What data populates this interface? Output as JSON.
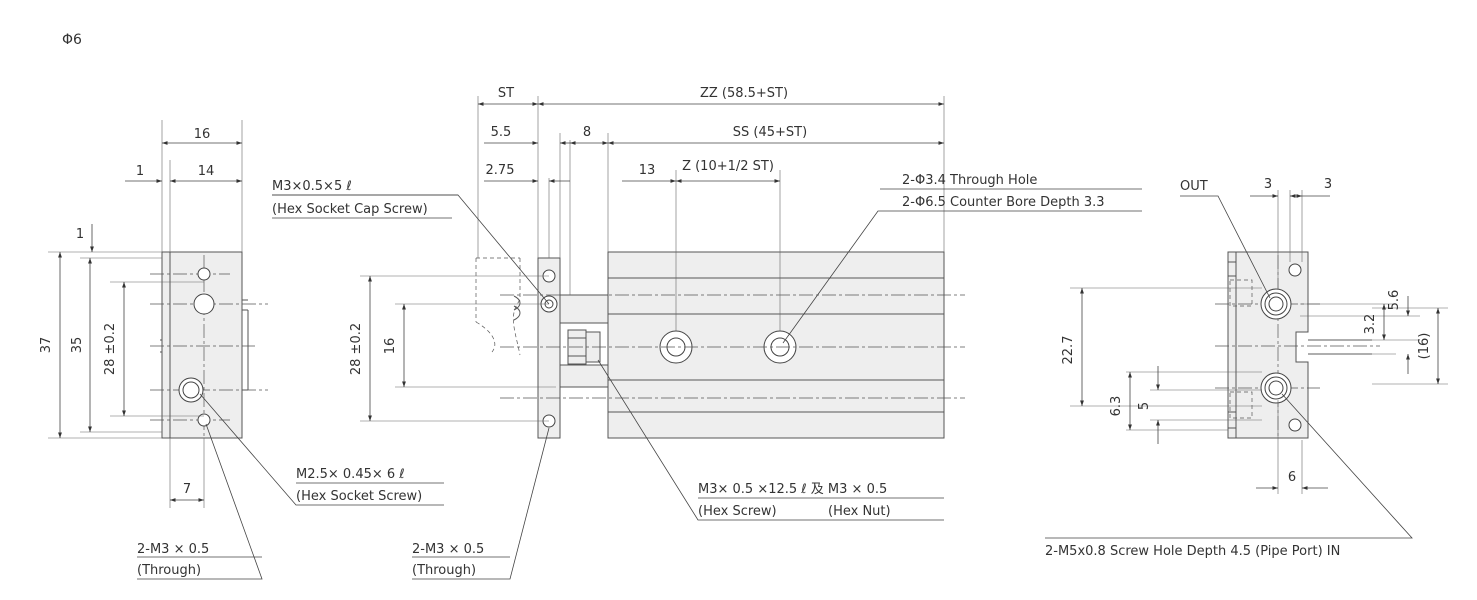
{
  "title": "Φ6",
  "left_view": {
    "dims": {
      "w16": "16",
      "w14": "14",
      "w1": "1",
      "t1": "1",
      "h37": "37",
      "h35": "35",
      "h28": "28 ±0.2",
      "w7": "7"
    },
    "callout_screw": {
      "line1": "M2.5× 0.45× 6 ℓ",
      "line2": "(Hex Socket Screw)"
    },
    "callout_thread": {
      "line1": "2-M3  × 0.5",
      "line2": "(Through)"
    }
  },
  "front_view": {
    "dims": {
      "st": "ST",
      "zz": "ZZ (58.5+ST)",
      "d55": "5.5",
      "d8": "8",
      "ss": "SS (45+ST)",
      "d275": "2.75",
      "d13": "13",
      "z": "Z (10+1/2 ST)",
      "h28": "28 ±0.2",
      "h16": "16"
    },
    "callout_cap_screw": {
      "line1": "M3×0.5×5 ℓ",
      "line2": "(Hex Socket Cap Screw)"
    },
    "callout_through_hole": {
      "line1": "2-Φ3.4 Through Hole",
      "line2": "2-Φ6.5 Counter Bore Depth 3.3"
    },
    "callout_thread": {
      "line1": "2-M3 × 0.5",
      "line2": "(Through)"
    },
    "callout_hex": {
      "line1": "M3× 0.5 ×12.5 ℓ 及 M3 × 0.5",
      "line2a": "(Hex Screw)",
      "line2b": "(Hex Nut)"
    }
  },
  "right_view": {
    "out": "OUT",
    "dims": {
      "w3a": "3",
      "w3b": "3",
      "v32": "3.2",
      "v56": "5.6",
      "v16": "(16)",
      "v227": "22.7",
      "v63": "6.3",
      "v5": "5",
      "w6": "6"
    },
    "callout_port": "2-M5x0.8 Screw Hole Depth 4.5 (Pipe Port) IN"
  }
}
